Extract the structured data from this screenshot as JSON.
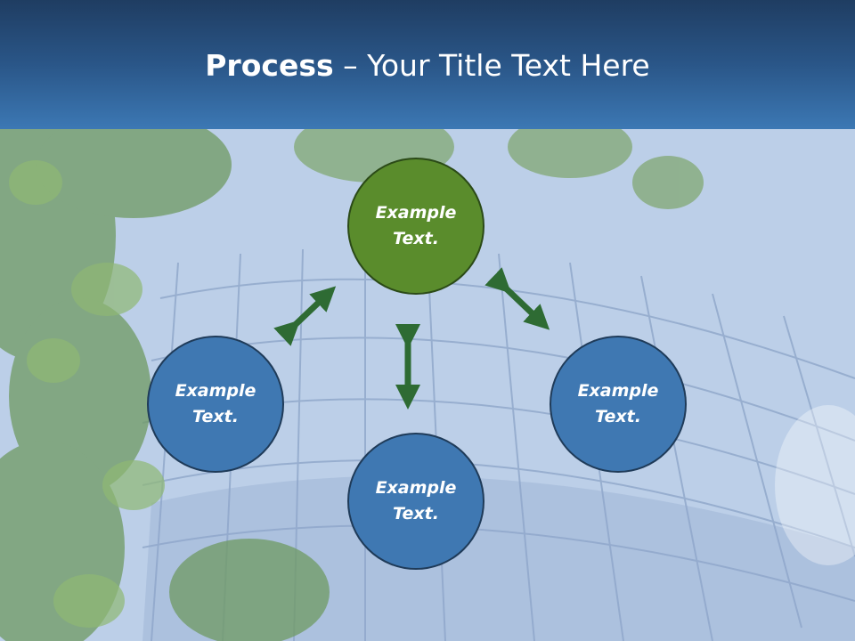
{
  "header": {
    "title_bold": "Process",
    "title_rest": " – Your Title Text Here"
  },
  "nodes": {
    "top": "Example Text.",
    "left": "Example Text.",
    "right": "Example Text.",
    "bottom": "Example Text."
  },
  "colors": {
    "header": "#2a5688",
    "green_node": "#5a8c2c",
    "blue_node": "#3f78b2",
    "arrow": "#2e6b33"
  }
}
